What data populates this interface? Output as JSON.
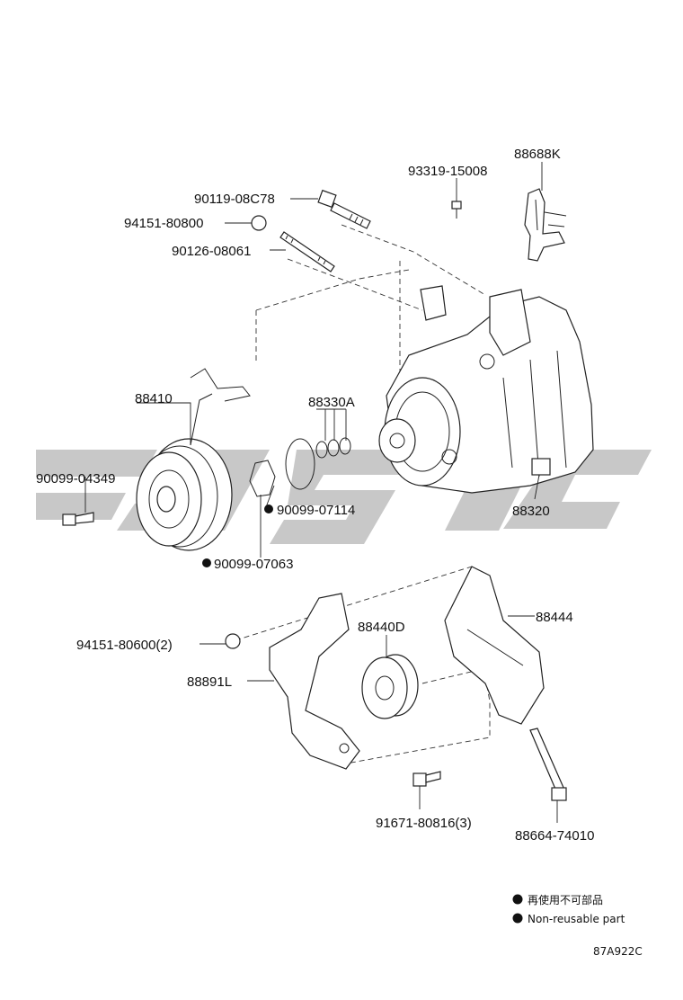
{
  "labels": {
    "p88688K": "88688K",
    "p93319": "93319-15008",
    "p90119": "90119-08C78",
    "p94151_80800": "94151-80800",
    "p90126": "90126-08061",
    "p88410": "88410",
    "p88330A": "88330A",
    "p90099_04349": "90099-04349",
    "p90099_07114": "90099-07114",
    "p88320": "88320",
    "p90099_07063": "90099-07063",
    "p94151_80600": "94151-80600(2)",
    "p88440D": "88440D",
    "p88444": "88444",
    "p88891L": "88891L",
    "p91671": "91671-80816(3)",
    "p88664": "88664-74010"
  },
  "legend": {
    "jp": "再使用不可部品",
    "en": "Non-reusable part"
  },
  "figure_code": "87A922C",
  "colors": {
    "line": "#222222",
    "watermark": "#9a9a9a"
  }
}
